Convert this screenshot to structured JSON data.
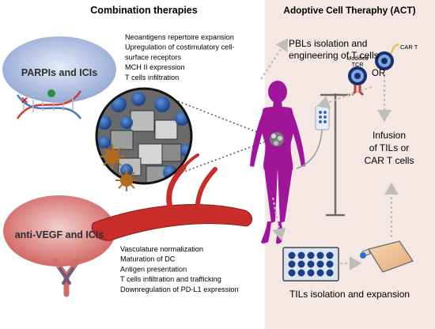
{
  "titles": {
    "left": "Combination therapies",
    "right": "Adoptive Cell Theraphy (ACT)"
  },
  "combos": {
    "parp": {
      "label": "PARPIs and ICIs",
      "effects": [
        "Neoantigens repertoire expansion",
        "Upregulation of costimulatory cell-",
        "surface receptors",
        "MCH II expression",
        "T cells infiltration"
      ]
    },
    "vegf": {
      "label": "anti-VEGF and ICIs",
      "effects": [
        "Vasculature normalization",
        "Maturation of DC",
        "Antigen presentation",
        "T cells infiltration and trafficking",
        "Downregulation of PD-L1 expression"
      ]
    }
  },
  "act": {
    "pbl_line1": "PBLs isolation and",
    "pbl_line2": "engineering of T cells",
    "modified_tcr_1": "Modified",
    "modified_tcr_2": "TCR",
    "or_label": "OR",
    "car_t_label": "CAR T",
    "infusion_lines": [
      "Infusion",
      "of TILs or",
      "CAR T cells"
    ],
    "til_label": "TILs isolation and expansion"
  },
  "colors": {
    "act_panel": "#f4e7e4",
    "parp_ellipse": "#9fb3da",
    "vegf_ellipse": "#d97573",
    "human_figure": "#a0169a",
    "vessel": "#c92d2a",
    "tcell_blue": "#1d4f9e",
    "arrow_gray": "#bdbdbd"
  }
}
